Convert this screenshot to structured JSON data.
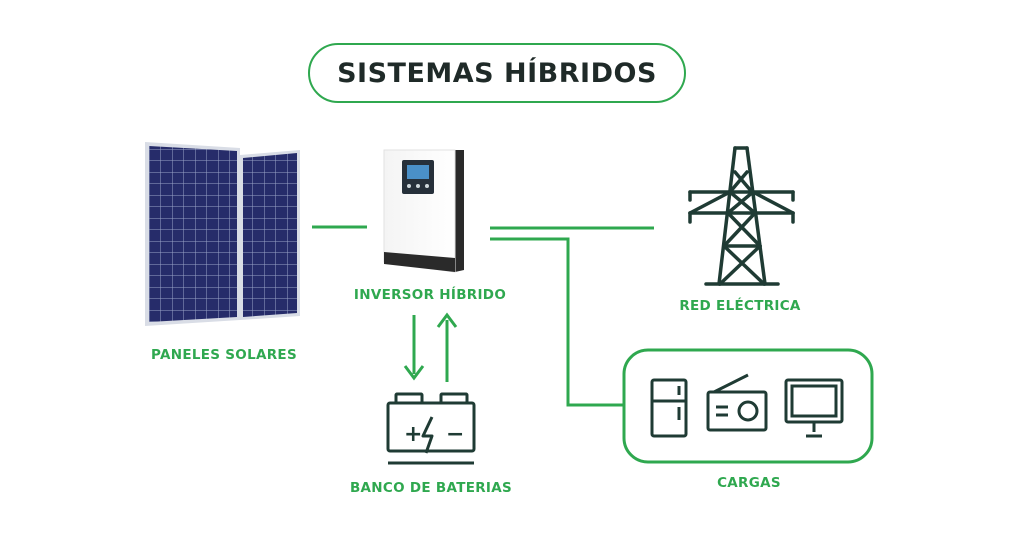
{
  "title": "SISTEMAS HÍBRIDOS",
  "nodes": {
    "solar_panels": "PANELES SOLARES",
    "inverter": "INVERSOR HÍBRIDO",
    "grid": "RED ELÉCTRICA",
    "battery": "BANCO DE BATERIAS",
    "loads": "CARGAS"
  },
  "battery_symbols": {
    "plus": "+",
    "minus": "−"
  },
  "colors": {
    "accent": "#2fa84f",
    "icon_stroke": "#1f3b34",
    "title_text": "#1f2a28",
    "panel_cell": "#2a2f6e"
  }
}
